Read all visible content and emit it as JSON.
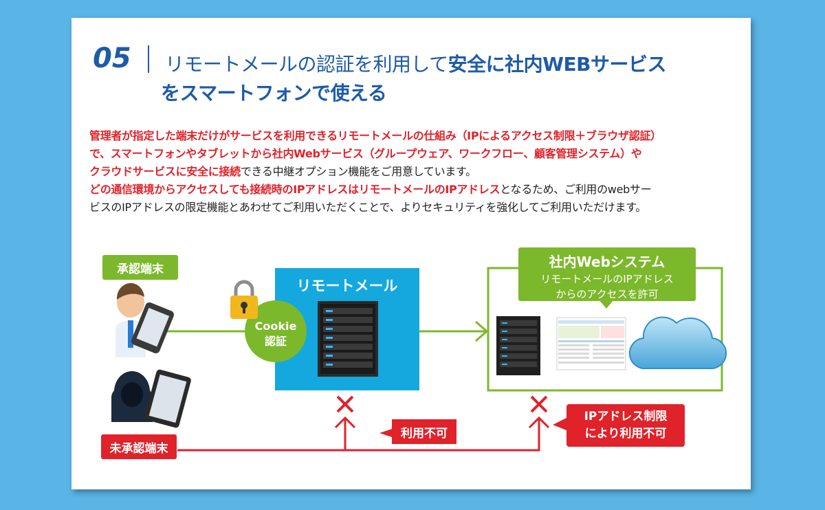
{
  "heading": {
    "number": "05",
    "line1_normal": "リモートメールの認証を利用して",
    "line1_bold": "安全に社内WEBサービス",
    "line2": "をスマートフォンで使える"
  },
  "description": {
    "line1": "管理者が指定した端末だけがサービスを利用できるリモートメールの仕組み（IPによるアクセス制限＋ブラウザ認証）",
    "line2": "で、スマートフォンやタブレットから社内Webサービス（グループウェア、ワークフロー、顧客管理システム）や",
    "line3_red": "クラウドサービスに安全に接続",
    "line3_black": "できる中継オプション機能をご用意しています。",
    "line4_red": "どの通信環境からアクセスしても接続時のIPアドレスはリモートメールのIPアドレス",
    "line4_black": "となるため、ご利用のwebサー",
    "line5": "ビスのIPアドレスの限定機能とあわせてご利用いただくことで、よりセキュリティを強化してご利用いただけます。"
  },
  "diagram": {
    "approved_label": "承認端末",
    "unapproved_label": "未承認端末",
    "cookie_line1": "Cookie",
    "cookie_line2": "認証",
    "remote_mail_title": "リモートメール",
    "system_title": "社内Webシステム",
    "system_sub1": "リモートメールのIPアドレス",
    "system_sub2": "からのアクセスを許可",
    "unavailable_label": "利用不可",
    "ip_limit_line1": "IPアドレス制限",
    "ip_limit_line2": "により利用不可",
    "colors": {
      "brand_blue": "#1e5ba8",
      "accent_red": "#e0222a",
      "accent_green": "#7cb82b",
      "remote_mail_box": "#14a8df"
    }
  }
}
